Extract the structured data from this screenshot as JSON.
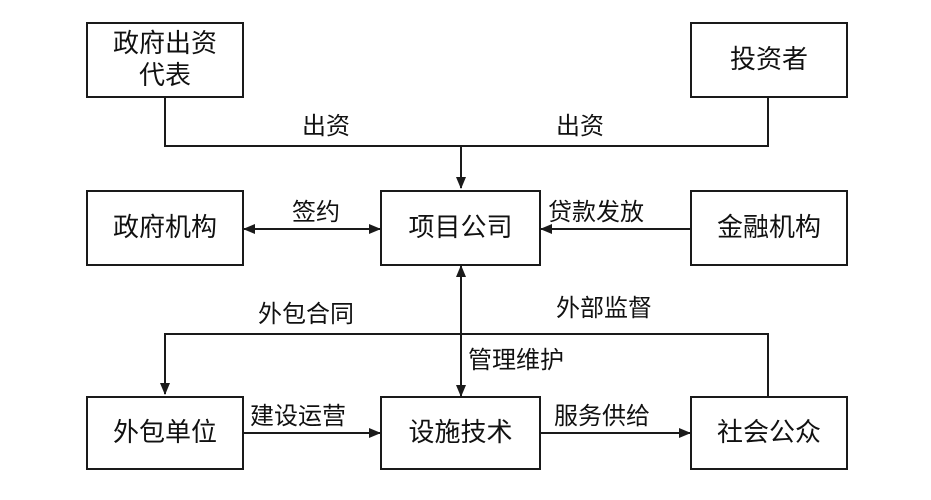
{
  "nodes": {
    "gov_rep": "政府出资代表",
    "investor": "投资者",
    "gov_agency": "政府机构",
    "project_company": "项目公司",
    "financial_institution": "金融机构",
    "outsourcing_unit": "外包单位",
    "facility_tech": "设施技术",
    "public": "社会公众"
  },
  "edges": {
    "invest_left": "出资",
    "invest_right": "出资",
    "sign": "签约",
    "loan": "贷款发放",
    "outsourcing_contract": "外包合同",
    "external_supervision": "外部监督",
    "management": "管理维护",
    "construction": "建设运营",
    "service": "服务供给"
  }
}
